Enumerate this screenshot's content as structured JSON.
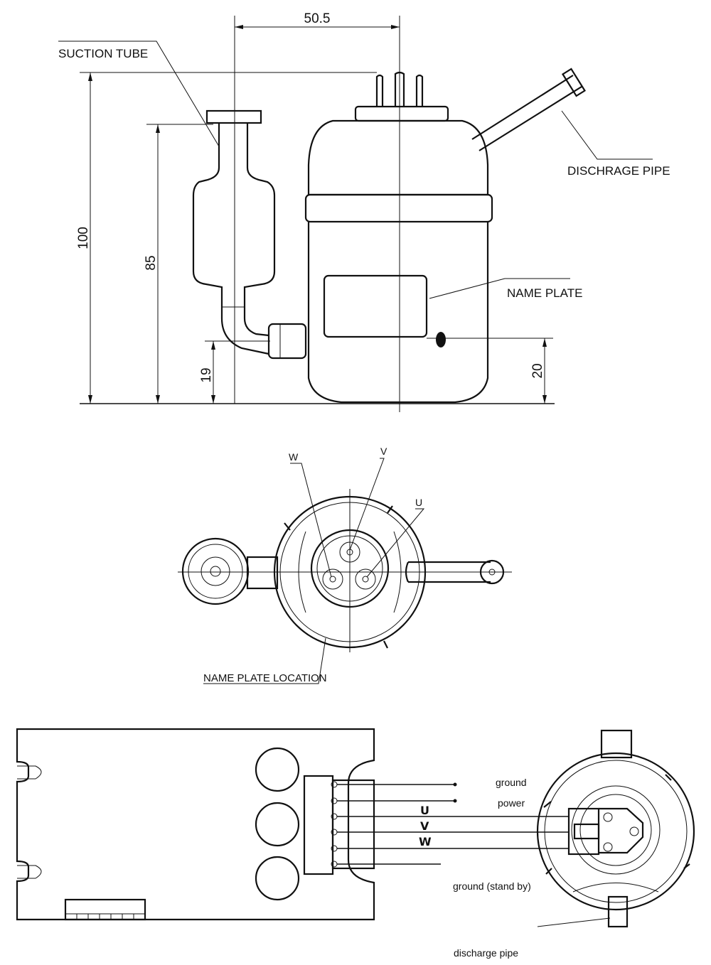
{
  "side_view": {
    "dim_width": "50.5",
    "dim_height_total": "100",
    "dim_height_suction": "85",
    "dim_height_inlet": "19",
    "dim_height_plate": "20",
    "label_suction_tube": "SUCTION TUBE",
    "label_discharge_pipe": "DISCHRAGE PIPE",
    "label_name_plate": "NAME PLATE"
  },
  "top_view": {
    "label_w": "W",
    "label_v": "V",
    "label_u": "U",
    "label_name_plate_location": "NAME PLATE LOCATION"
  },
  "wiring": {
    "label_ground": "ground",
    "label_power": "power",
    "label_u": "U",
    "label_v": "V",
    "label_w": "W",
    "label_ground_standby": "ground (stand by)",
    "label_discharge_pipe": "discharge pipe"
  }
}
